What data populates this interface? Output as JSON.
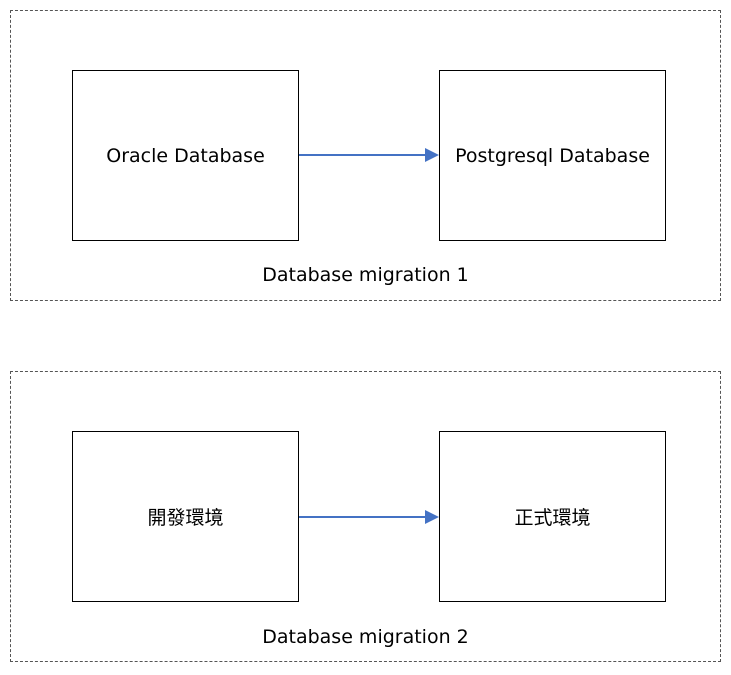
{
  "colors": {
    "arrow": "#4472C4",
    "border": "#000000",
    "group_border": "#555555"
  },
  "migrations": [
    {
      "source": "Oracle Database",
      "target": "Postgresql Database",
      "caption": "Database migration 1"
    },
    {
      "source": "開發環境",
      "target": "正式環境",
      "caption": "Database migration 2"
    }
  ]
}
